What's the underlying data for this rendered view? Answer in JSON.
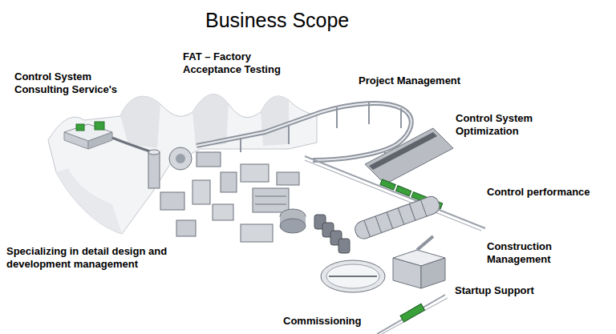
{
  "diagram": {
    "title": "Business Scope",
    "labels": [
      "Control System Consulting Service's",
      "FAT – Factory Acceptance Testing",
      "Project Management",
      "Control System Optimization",
      "Control performance",
      "Specializing in detail design and development management",
      "Construction Management",
      "Startup Support",
      "Commissioning"
    ]
  }
}
